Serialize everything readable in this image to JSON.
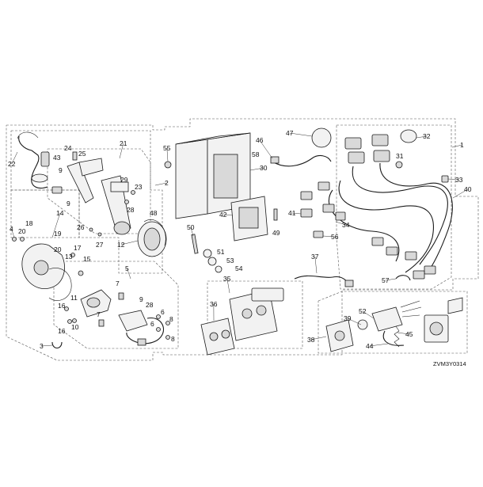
{
  "diagram_code": "ZVM3Y0314",
  "callouts": [
    {
      "label": "1"
    },
    {
      "label": "2"
    },
    {
      "label": "3"
    },
    {
      "label": "4"
    },
    {
      "label": "5"
    },
    {
      "label": "6"
    },
    {
      "label": "6"
    },
    {
      "label": "7"
    },
    {
      "label": "7"
    },
    {
      "label": "8"
    },
    {
      "label": "8"
    },
    {
      "label": "9"
    },
    {
      "label": "9"
    },
    {
      "label": "9"
    },
    {
      "label": "10"
    },
    {
      "label": "11"
    },
    {
      "label": "12"
    },
    {
      "label": "13"
    },
    {
      "label": "14"
    },
    {
      "label": "15"
    },
    {
      "label": "16"
    },
    {
      "label": "16"
    },
    {
      "label": "17"
    },
    {
      "label": "18"
    },
    {
      "label": "19"
    },
    {
      "label": "20"
    },
    {
      "label": "20"
    },
    {
      "label": "21"
    },
    {
      "label": "22"
    },
    {
      "label": "23"
    },
    {
      "label": "24"
    },
    {
      "label": "25"
    },
    {
      "label": "26"
    },
    {
      "label": "27"
    },
    {
      "label": "28"
    },
    {
      "label": "28"
    },
    {
      "label": "29"
    },
    {
      "label": "30"
    },
    {
      "label": "31"
    },
    {
      "label": "32"
    },
    {
      "label": "33"
    },
    {
      "label": "34"
    },
    {
      "label": "35"
    },
    {
      "label": "36"
    },
    {
      "label": "37"
    },
    {
      "label": "38"
    },
    {
      "label": "39"
    },
    {
      "label": "40"
    },
    {
      "label": "41"
    },
    {
      "label": "42"
    },
    {
      "label": "43"
    },
    {
      "label": "44"
    },
    {
      "label": "45"
    },
    {
      "label": "46"
    },
    {
      "label": "47"
    },
    {
      "label": "48"
    },
    {
      "label": "49"
    },
    {
      "label": "50"
    },
    {
      "label": "51"
    },
    {
      "label": "52"
    },
    {
      "label": "53"
    },
    {
      "label": "54"
    },
    {
      "label": "55"
    },
    {
      "label": "56"
    },
    {
      "label": "57"
    },
    {
      "label": "58"
    }
  ]
}
